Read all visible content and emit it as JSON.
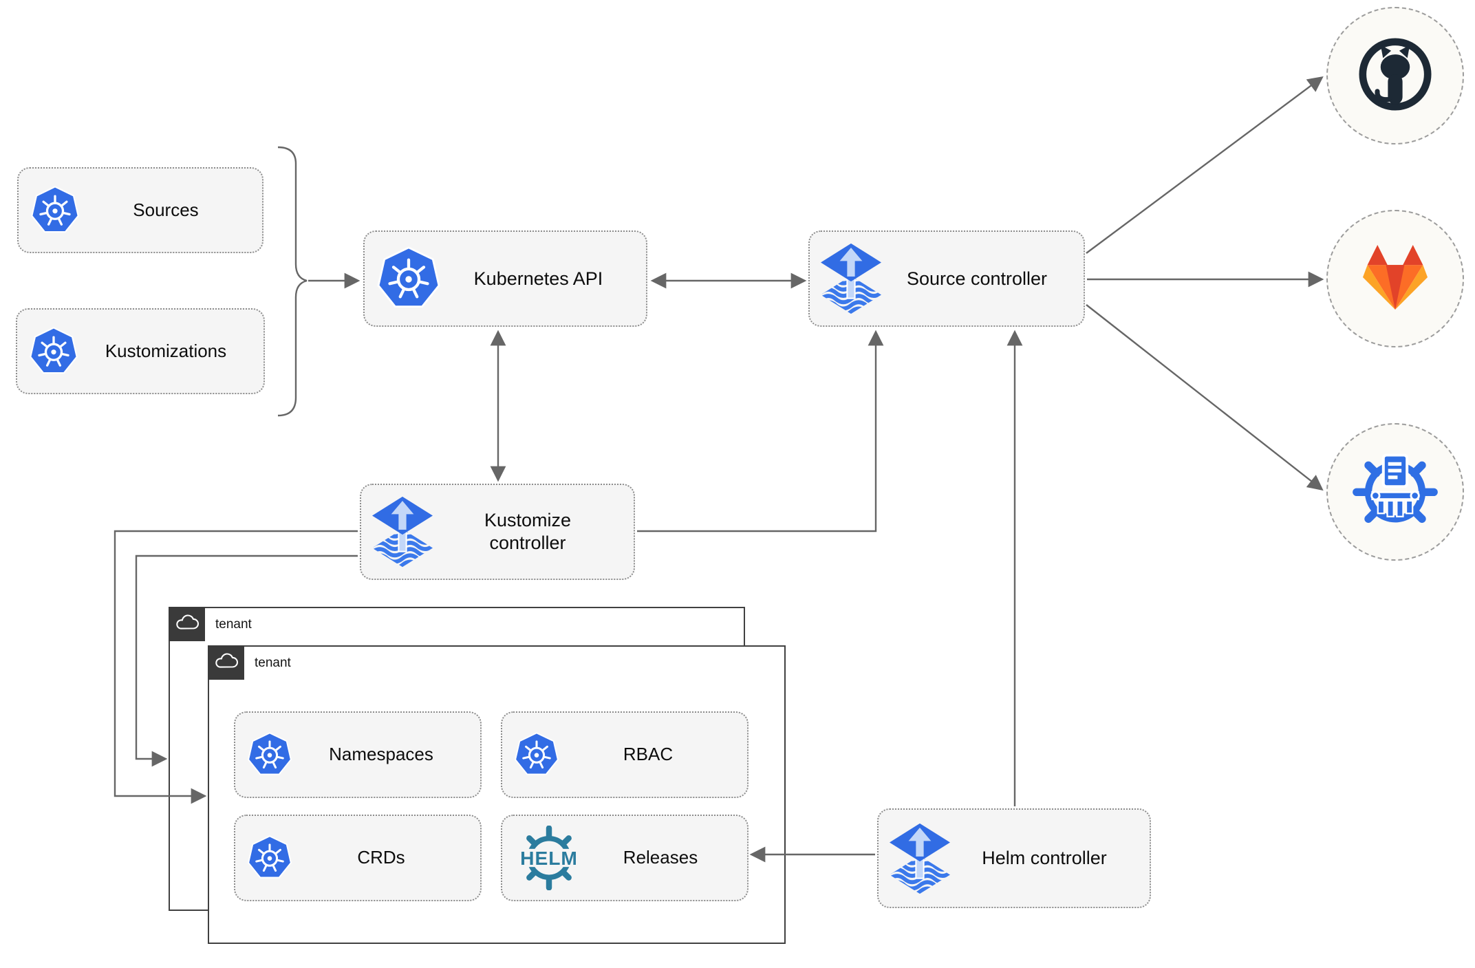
{
  "nodes": {
    "sources": "Sources",
    "kustomizations": "Kustomizations",
    "kubernetes_api": "Kubernetes API",
    "source_controller": "Source controller",
    "kustomize_controller": "Kustomize controller",
    "helm_controller": "Helm controller",
    "tenant_back": "tenant",
    "tenant_front": "tenant",
    "namespaces": "Namespaces",
    "rbac": "RBAC",
    "crds": "CRDs",
    "releases": "Releases"
  },
  "icons": {
    "helm_wheel_text": "HELM"
  },
  "colors": {
    "kubernetes_blue": "#326ce5",
    "flux_blue": "#316ce4",
    "flux_arrow_light": "#c3d7f8",
    "helm_teal": "#2b7c9e",
    "github_dark": "#1d2935",
    "gitlab_red": "#e24329",
    "gitlab_orange": "#fc6d26",
    "gitlab_amber": "#fca326",
    "chartmuseum_blue": "#2f6fe4",
    "connector_gray": "#666666",
    "node_fill": "#f5f5f5",
    "tenant_header_dark": "#3a3a3a"
  }
}
